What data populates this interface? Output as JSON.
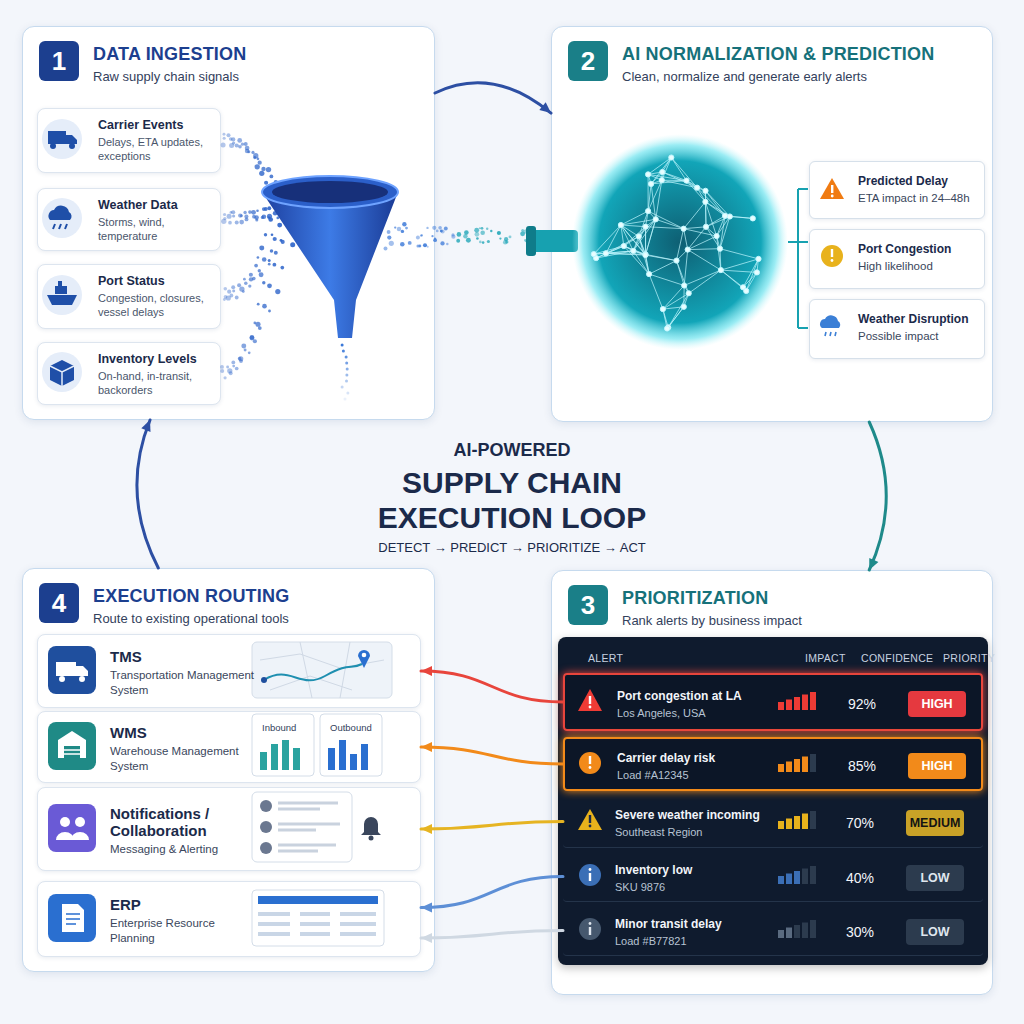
{
  "diagram": {
    "title": "SUPPLY CHAIN EXECUTION LOOP",
    "nodes": [
      {
        "text": [
          "1",
          "DATA INGESTION",
          "Raw supply chain signals"
        ]
      },
      {
        "text": [
          "Carrier Events",
          "Delays, ETA updates, exceptions"
        ],
        "in": 0
      },
      {
        "text": [
          "Weather Data",
          "Storms, wind, temperature"
        ],
        "in": 0
      },
      {
        "text": [
          "Port Status",
          "Congestion, closures, vessel delays"
        ],
        "in": 0
      },
      {
        "text": [
          "Inventory Levels",
          "On-hand, in-transit, backorders"
        ],
        "in": 0
      },
      {
        "text": [
          "2",
          "AI NORMALIZATION & PREDICTION",
          "Clean, normalize and generate early alerts"
        ]
      },
      {
        "text": [
          "Predicted Delay",
          "ETA impact in 24–48h"
        ],
        "in": 5
      },
      {
        "text": [
          "Port Congestion",
          "High likelihood"
        ],
        "in": 5
      },
      {
        "text": [
          "Weather Disruption",
          "Possible impact"
        ],
        "in": 5
      },
      {
        "text": [
          "3",
          "PRIORITIZATION",
          "Rank alerts by business impact"
        ]
      },
      {
        "text": [
          "ALERT",
          "IMPACT",
          "CONFIDENCE",
          "PRIORITY"
        ],
        "in": 9
      },
      {
        "text": [
          "Port congestion at LA",
          "Los Angeles, USA",
          "92%",
          "HIGH"
        ],
        "in": 10
      },
      {
        "text": [
          "Carrier delay risk",
          "Load #A12345",
          "85%",
          "HIGH"
        ],
        "in": 10
      },
      {
        "text": [
          "Severe weather incoming",
          "Southeast Region",
          "70%",
          "MEDIUM"
        ],
        "in": 10
      },
      {
        "text": [
          "Inventory low",
          "SKU 9876",
          "40%",
          "LOW"
        ],
        "in": 10
      },
      {
        "text": [
          "Minor transit delay",
          "Load #B77821",
          "30%",
          "LOW"
        ],
        "in": 10
      },
      {
        "text": [
          "4",
          "EXECUTION ROUTING",
          "Route to existing operational tools"
        ]
      },
      {
        "text": [
          "TMS",
          "Transportation Management System"
        ],
        "in": 16
      },
      {
        "text": [
          "WMS",
          "Warehouse Management System",
          "Inbound",
          "Outbound"
        ],
        "in": 16
      },
      {
        "text": [
          "Notifications / Collaboration",
          "Messaging & Alerting"
        ],
        "in": 16
      },
      {
        "text": [
          "ERP",
          "Enterprise Resource Planning"
        ],
        "in": 16
      }
    ],
    "edges": [
      {
        "from": 0,
        "to": 5,
        "arrow": "to"
      },
      {
        "from": 5,
        "to": 9,
        "arrow": "to"
      },
      {
        "from": 11,
        "to": 17,
        "arrow": "to"
      },
      {
        "from": 12,
        "to": 18,
        "arrow": "to"
      },
      {
        "from": 13,
        "to": 19,
        "arrow": "to"
      },
      {
        "from": 14,
        "to": 20,
        "arrow": "to"
      },
      {
        "from": 15,
        "to": 20,
        "arrow": "to"
      },
      {
        "from": 16,
        "to": 0,
        "arrow": "to"
      }
    ],
    "labels": [
      "AI-POWERED",
      "DETECT → PREDICT → PRIORITIZE → ACT"
    ]
  }
}
